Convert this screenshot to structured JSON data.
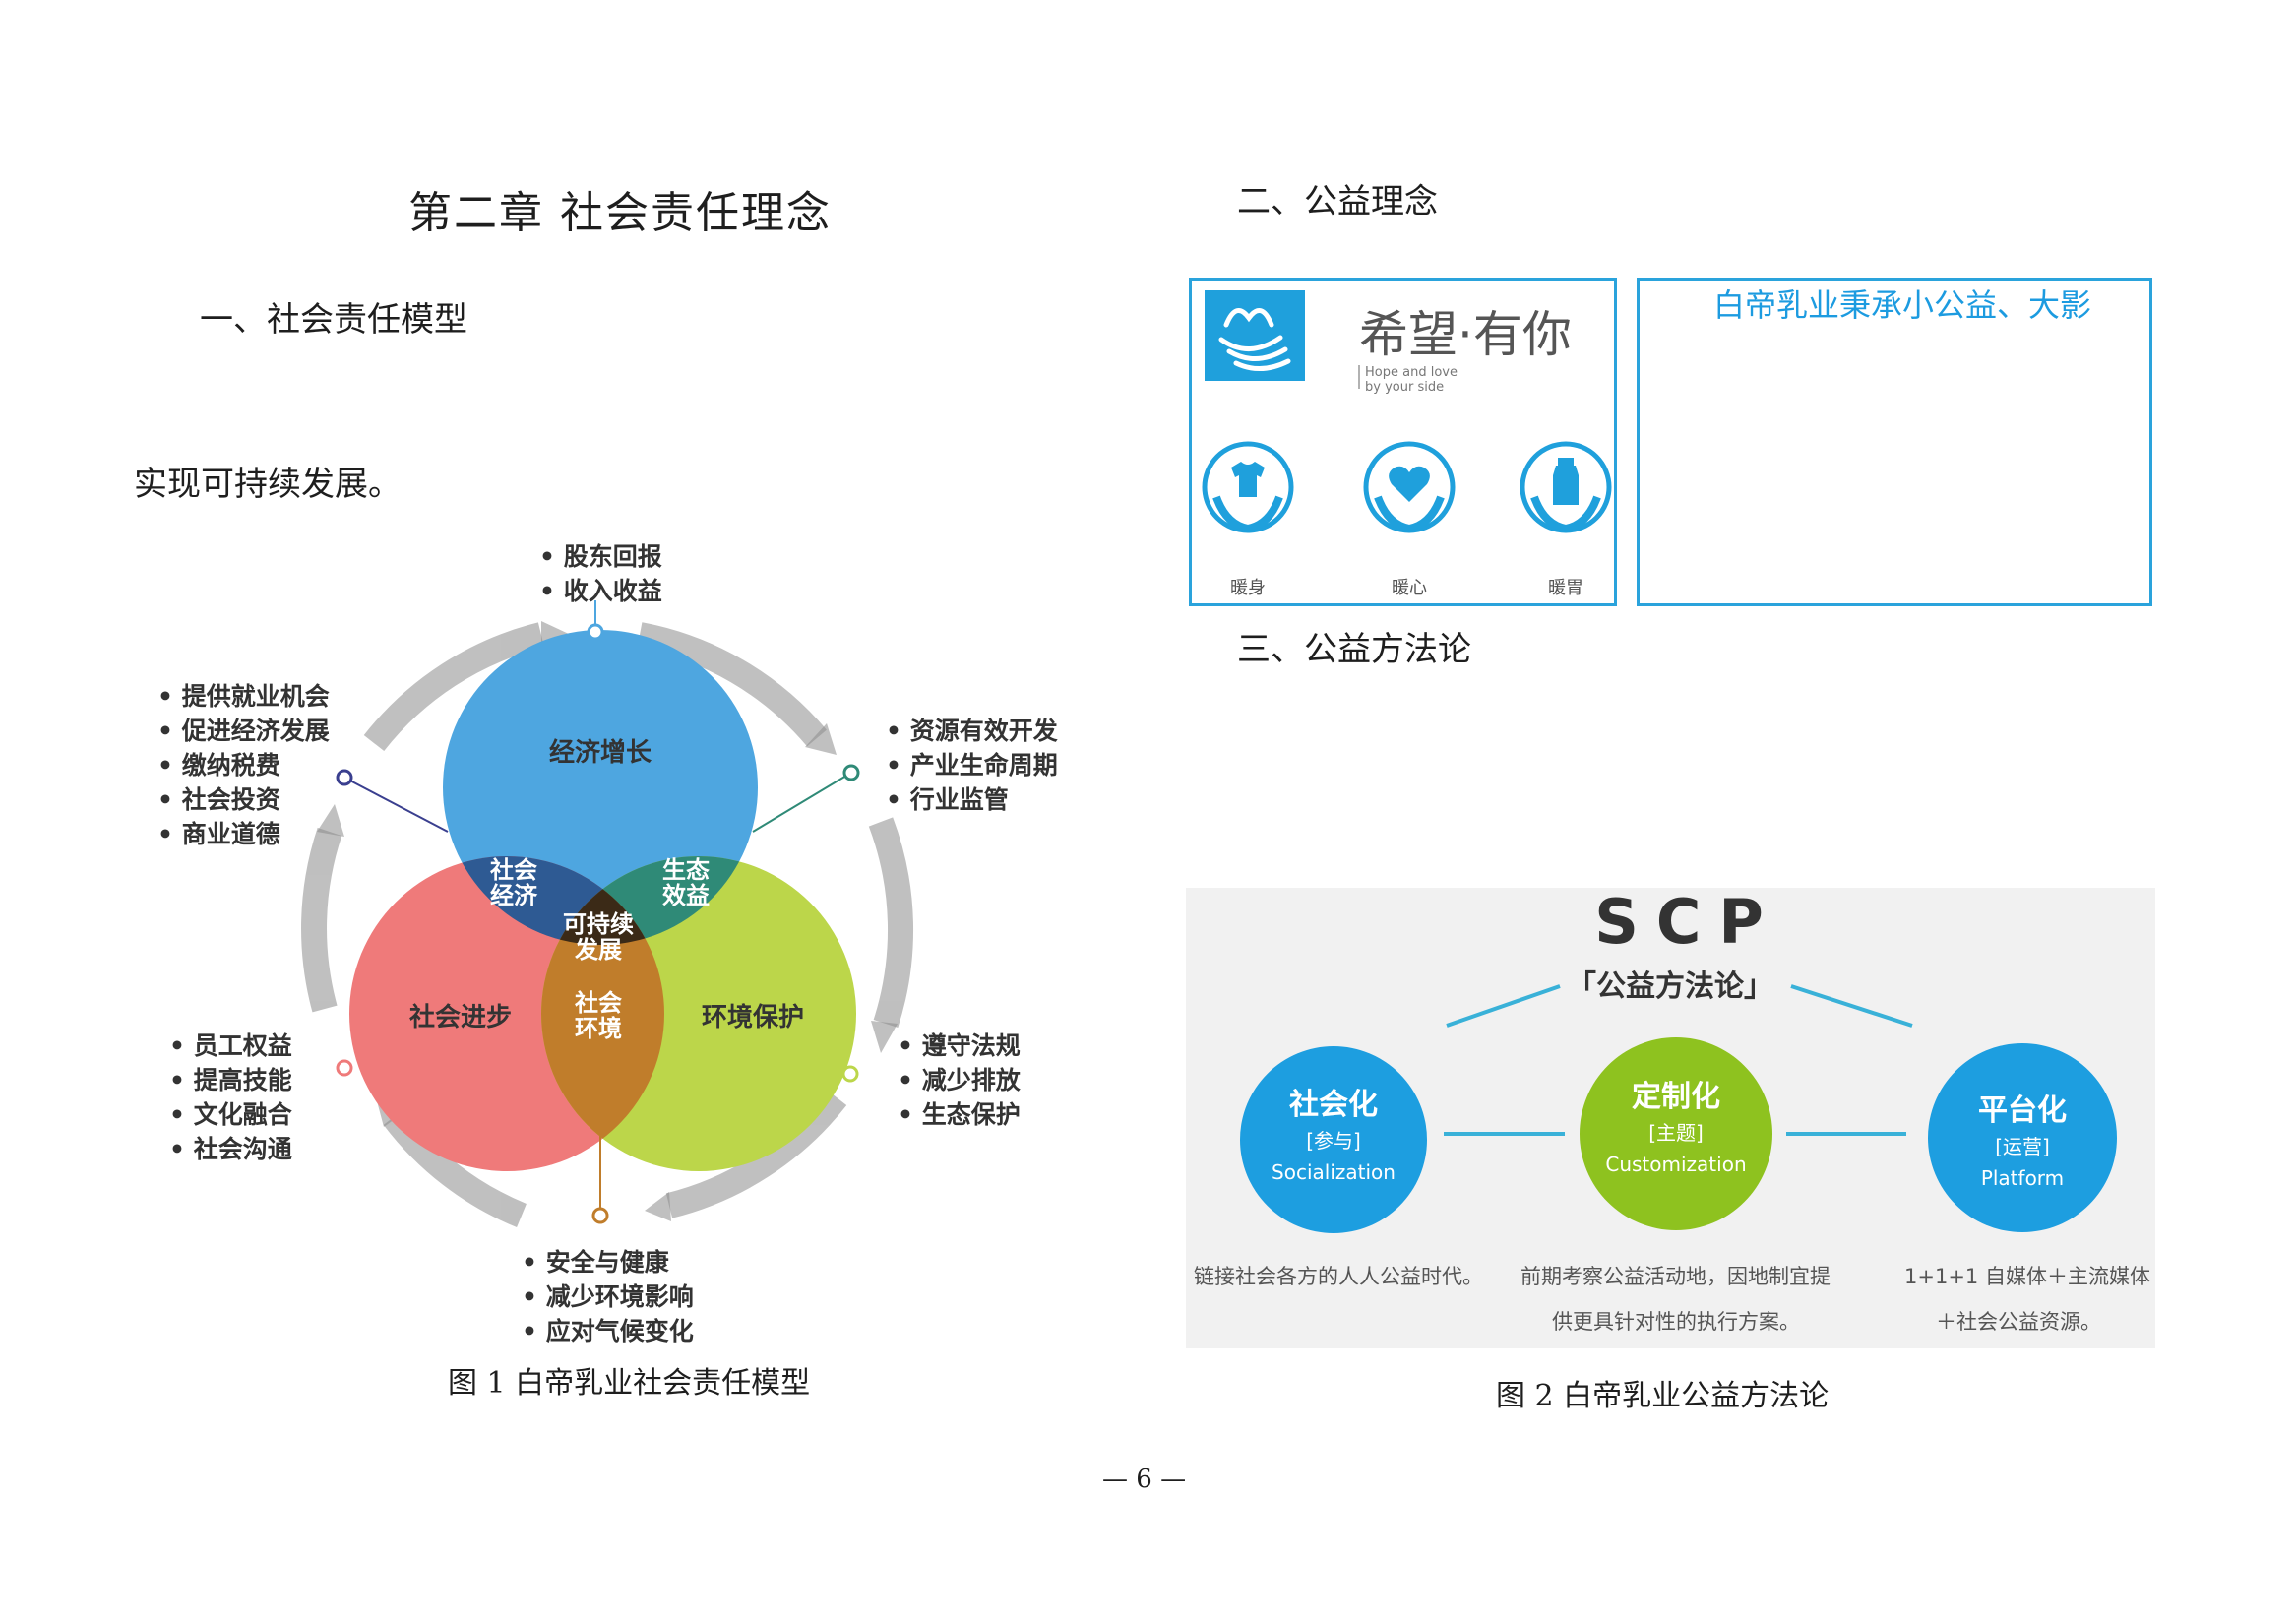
{
  "left_column": {
    "chapter_title": "第二章 社会责任理念",
    "section1_heading": "一、社会责任模型",
    "paragraph": "实现可持续发展。",
    "figure1_caption": "图 1 白帝乳业社会责任模型",
    "model": {
      "circle_economy": "经济增长",
      "circle_society": "社会进步",
      "circle_environment": "环境保护",
      "overlap_social_economy": [
        "社会",
        "经济"
      ],
      "overlap_ecology_benefit": [
        "生态",
        "效益"
      ],
      "overlap_social_environment": [
        "社会",
        "环境"
      ],
      "center": [
        "可持续",
        "发展"
      ],
      "top_bullets": [
        "股东回报",
        "收入收益"
      ],
      "left_upper_bullets": [
        "提供就业机会",
        "促进经济发展",
        "缴纳税费",
        "社会投资",
        "商业道德"
      ],
      "right_upper_bullets": [
        "资源有效开发",
        "产业生命周期",
        "行业监管"
      ],
      "left_lower_bullets": [
        "员工权益",
        "提高技能",
        "文化融合",
        "社会沟通"
      ],
      "right_lower_bullets": [
        "遵守法规",
        "减少排放",
        "生态保护"
      ],
      "bottom_bullets": [
        "安全与健康",
        "减少环境影响",
        "应对气候变化"
      ],
      "colors": {
        "economy": "#4ea6e0",
        "society": "#ef7a7a",
        "environment": "#bcd64a",
        "social_economy": "#2e5a93",
        "ecology": "#2f8a77",
        "social_env": "#c07d2b",
        "center": "#3b2a17"
      }
    }
  },
  "right_column": {
    "section2_heading": "二、公益理念",
    "hope_logo": {
      "brand": "希望·有你",
      "tagline_line1": "Hope and love",
      "tagline_line2": "by your side",
      "icons": [
        {
          "icon": "tshirt-in-hands-icon",
          "label": "暖身"
        },
        {
          "icon": "heart-in-hands-icon",
          "label": "暖心"
        },
        {
          "icon": "bottle-in-hands-icon",
          "label": "暖胃"
        }
      ],
      "accent": "#1fa0dc"
    },
    "link_text": "白帝乳业秉承小公益、大影",
    "section3_heading": "三、公益方法论",
    "scp": {
      "title": "SCP",
      "subtitle": "「公益方法论」",
      "circles": [
        {
          "name": "社会化",
          "tag": "[参与]",
          "en": "Socialization",
          "color": "#1d9ee0"
        },
        {
          "name": "定制化",
          "tag": "[主题]",
          "en": "Customization",
          "color": "#8ec21f"
        },
        {
          "name": "平台化",
          "tag": "[运营]",
          "en": "Platform",
          "color": "#1d9ee0"
        }
      ],
      "descriptions": [
        [
          "链接社会各方的人人公益时代。"
        ],
        [
          "前期考察公益活动地，因地制宜提",
          "供更具针对性的执行方案。"
        ],
        [
          "1+1+1  自媒体＋主流媒体",
          "＋社会公益资源。"
        ]
      ]
    },
    "figure2_caption": "图 2 白帝乳业公益方法论"
  },
  "page_number": "— 6 —"
}
